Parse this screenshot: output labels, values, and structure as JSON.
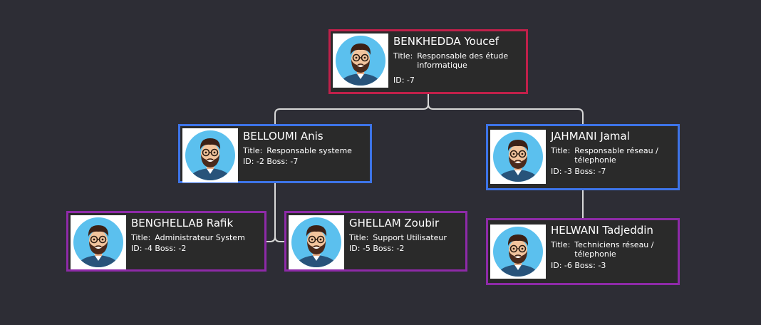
{
  "labels": {
    "title": "Title:",
    "id": "ID:",
    "boss": "Boss:"
  },
  "colors": {
    "background": "#2d2d35",
    "root_border": "#c0204a",
    "manager_border": "#3d74e8",
    "staff_border": "#8e2aa8",
    "connector": "#d8d8d8"
  },
  "nodes": [
    {
      "name": "BENKHEDDA Youcef",
      "title": "Responsable des étude informatique",
      "id": "-7",
      "boss": ""
    },
    {
      "name": "BELLOUMI Anis",
      "title": "Responsable systeme",
      "id": "-2",
      "boss": "-7"
    },
    {
      "name": "JAHMANI Jamal",
      "title": "Responsable réseau / télephonie",
      "id": "-3",
      "boss": "-7"
    },
    {
      "name": "BENGHELLAB Rafik",
      "title": "Administrateur System",
      "id": "-4",
      "boss": "-2"
    },
    {
      "name": "GHELLAM Zoubir",
      "title": "Support Utilisateur",
      "id": "-5",
      "boss": "-2"
    },
    {
      "name": "HELWANI Tadjeddin",
      "title": "Techniciens réseau / télephonie",
      "id": "-6",
      "boss": "-3"
    }
  ],
  "avatar_icon": "bearded-man-with-glasses-avatar"
}
